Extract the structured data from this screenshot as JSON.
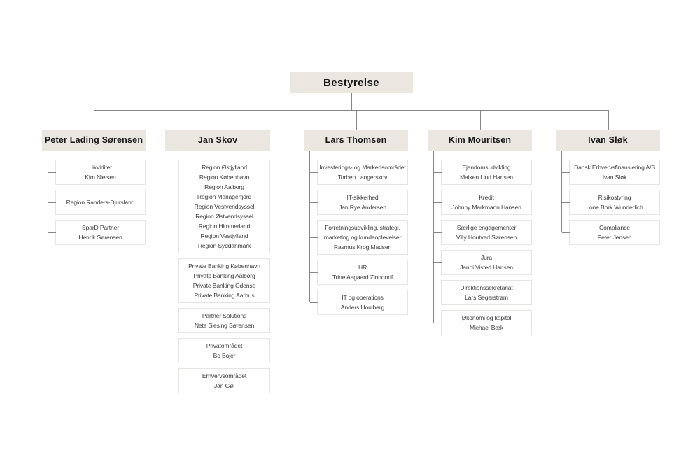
{
  "root": {
    "label": "Bestyrelse"
  },
  "columns": [
    {
      "head": "Peter Lading Sørensen",
      "children": [
        {
          "items": [
            "Likviditet",
            "Kim Nielsen"
          ]
        },
        {
          "items": [
            "Region Randers-Djursland"
          ]
        },
        {
          "items": [
            "SparD Partner",
            "Henrik Sørensen"
          ]
        }
      ]
    },
    {
      "head": "Jan Skov",
      "children": [
        {
          "items": [
            "Region Østjylland",
            "Region København",
            "Region Aalborg",
            "Region Mariagerfjord",
            "Region Vestvendsyssel",
            "Region Østvendsyssel",
            "Region Himmerland",
            "Region Vestjylland",
            "Region Syddanmark"
          ]
        },
        {
          "items": [
            "Private Banking København",
            "Private Banking Aalborg",
            "Private Banking Odense",
            "Private Banking Aarhus"
          ]
        },
        {
          "items": [
            "Partner Solutions",
            "Nete Siesing Sørensen"
          ]
        },
        {
          "items": [
            "Privatområdet",
            "Bo Bojer"
          ]
        },
        {
          "items": [
            "Erhvervsområdet",
            "Jan Gøl"
          ]
        }
      ]
    },
    {
      "head": "Lars Thomsen",
      "children": [
        {
          "items": [
            "Investerings- og Markedsområdet",
            "Torben Langerskov"
          ]
        },
        {
          "items": [
            "IT-sikkerhed",
            "Jan Rye Andersen"
          ]
        },
        {
          "items": [
            "Forretningsudvikling, strategi, marketing og kundeoplevelser",
            "Rasmus Krog Madsen"
          ]
        },
        {
          "items": [
            "HR",
            "Trine Aagaard Zinndorff"
          ]
        },
        {
          "items": [
            "IT og operations",
            "Anders Houlberg"
          ]
        }
      ]
    },
    {
      "head": "Kim Mouritsen",
      "children": [
        {
          "items": [
            "Ejendomsudvikling",
            "Maiken Lind Hansen"
          ]
        },
        {
          "items": [
            "Kredit",
            "Johnny Markmann Hansen"
          ]
        },
        {
          "items": [
            "Særlige engagementer",
            "Villy Houtved Sørensen"
          ]
        },
        {
          "items": [
            "Jura",
            "Janni Visted Hansen"
          ]
        },
        {
          "items": [
            "Direktionssekretariat",
            "Lars Segerstrøm"
          ]
        },
        {
          "items": [
            "Økonomi og kapital",
            "Michael Bæk"
          ]
        }
      ]
    },
    {
      "head": "Ivan Sløk",
      "children": [
        {
          "items": [
            "Dansk Erhvervsfinansiering A/S",
            "Ivan Sløk"
          ]
        },
        {
          "items": [
            "Risikostyring",
            "Lone Bork Wunderlich"
          ]
        },
        {
          "items": [
            "Compliance",
            "Peter Jensen"
          ]
        }
      ]
    }
  ],
  "colors": {
    "header_bg": "#ebe7e0",
    "connector": "#868686",
    "box_border": "#e6e4e0",
    "header_text": "#181818",
    "body_text": "#3b3b3b"
  }
}
